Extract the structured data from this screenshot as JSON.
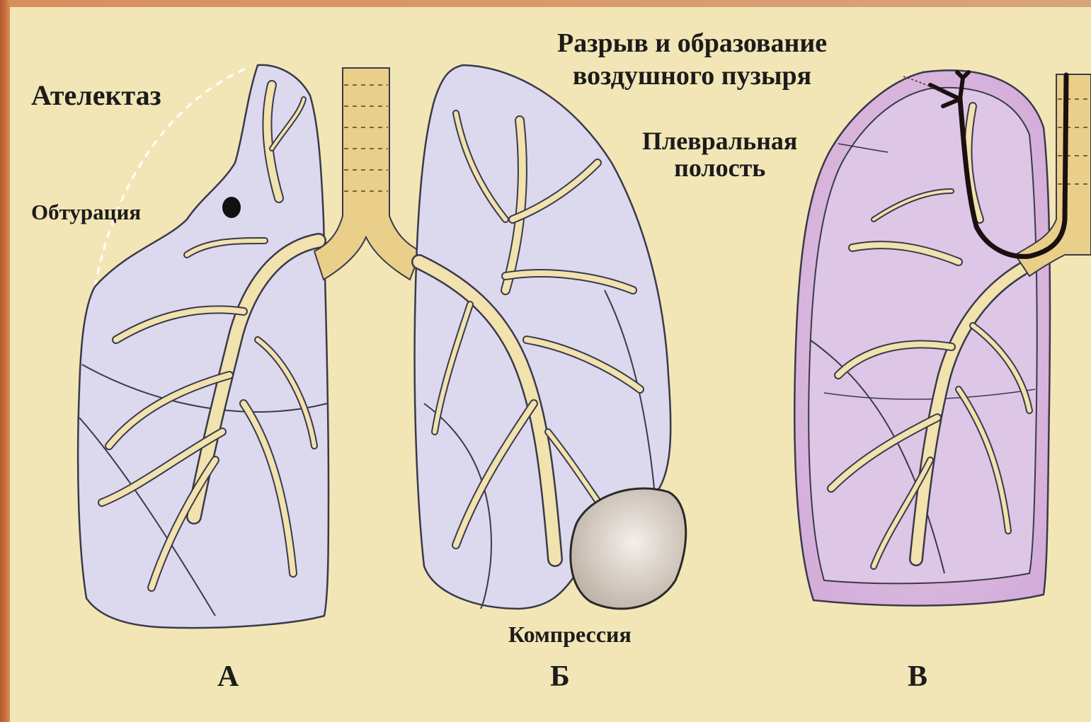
{
  "labels": {
    "atelectasis": "Ателектаз",
    "obturation": "Обтурация",
    "rupture_line1": "Разрыв и образование",
    "rupture_line2": "воздушного пузыря",
    "pleural_line1": "Плевральная",
    "pleural_line2": "полость",
    "compression": "Компрессия",
    "panel_a": "А",
    "panel_b": "Б",
    "panel_c": "В"
  },
  "colors": {
    "background": "#f3e6b6",
    "frame_edge": "#c36a38",
    "lung_fill": "#dcd8ee",
    "pneumothorax_fill": "#d7b6de",
    "bronchi": "#f1e2ae",
    "trachea": "#e9cf8a",
    "outline": "#3a3a4a",
    "tumor": "#c9bfb6"
  }
}
